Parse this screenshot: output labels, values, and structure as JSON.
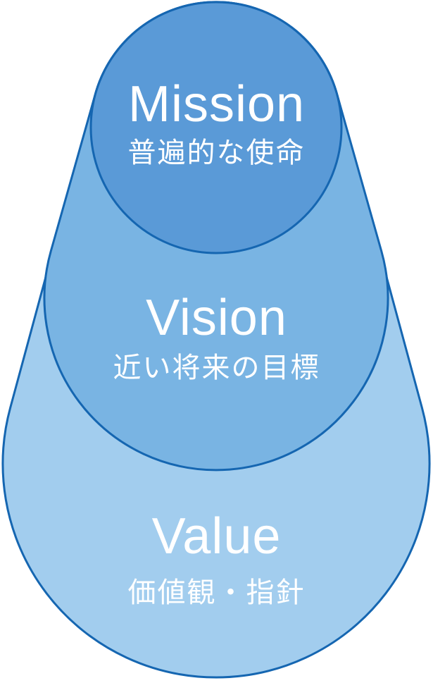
{
  "diagram": {
    "background": "#ffffff",
    "stroke_color": "#1566b1",
    "text_color": "#ffffff",
    "layers": [
      {
        "id": "mission",
        "title": "Mission",
        "subtitle": "普遍的な使命",
        "fill": "#5a9ad7"
      },
      {
        "id": "vision",
        "title": "Vision",
        "subtitle": "近い将来の目標",
        "fill": "#79b4e3"
      },
      {
        "id": "value",
        "title": "Value",
        "subtitle": "価値観・指針",
        "fill": "#a2cdee"
      }
    ]
  }
}
